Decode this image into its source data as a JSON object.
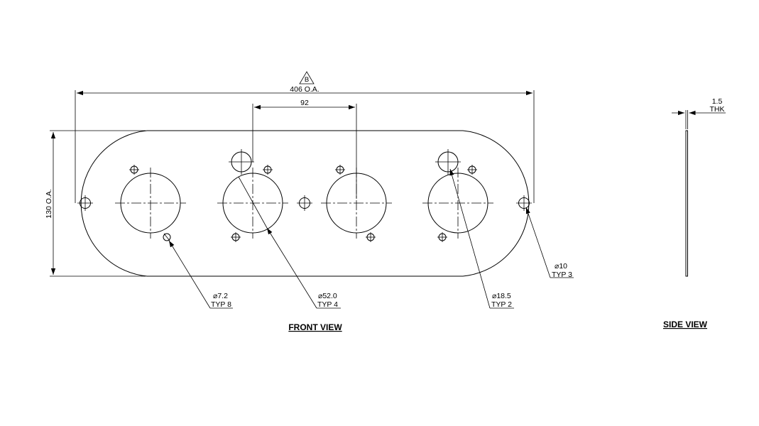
{
  "front_view": {
    "title": "FRONT VIEW",
    "revision_flag": "B",
    "overall_length_label": "406 O.A.",
    "overall_height_label": "130 O.A.",
    "pitch_label": "92",
    "callouts": [
      {
        "id": "hole-7-2",
        "dia": "7.2",
        "typ": "TYP 8"
      },
      {
        "id": "hole-52",
        "dia": "52.0",
        "typ": "TYP 4"
      },
      {
        "id": "hole-18-5",
        "dia": "18.5",
        "typ": "TYP 2"
      },
      {
        "id": "hole-10",
        "dia": "10",
        "typ": "TYP 3"
      }
    ]
  },
  "side_view": {
    "title": "SIDE VIEW",
    "thickness_value": "1.5",
    "thickness_label": "THK"
  },
  "symbols": {
    "diameter": "⌀"
  }
}
